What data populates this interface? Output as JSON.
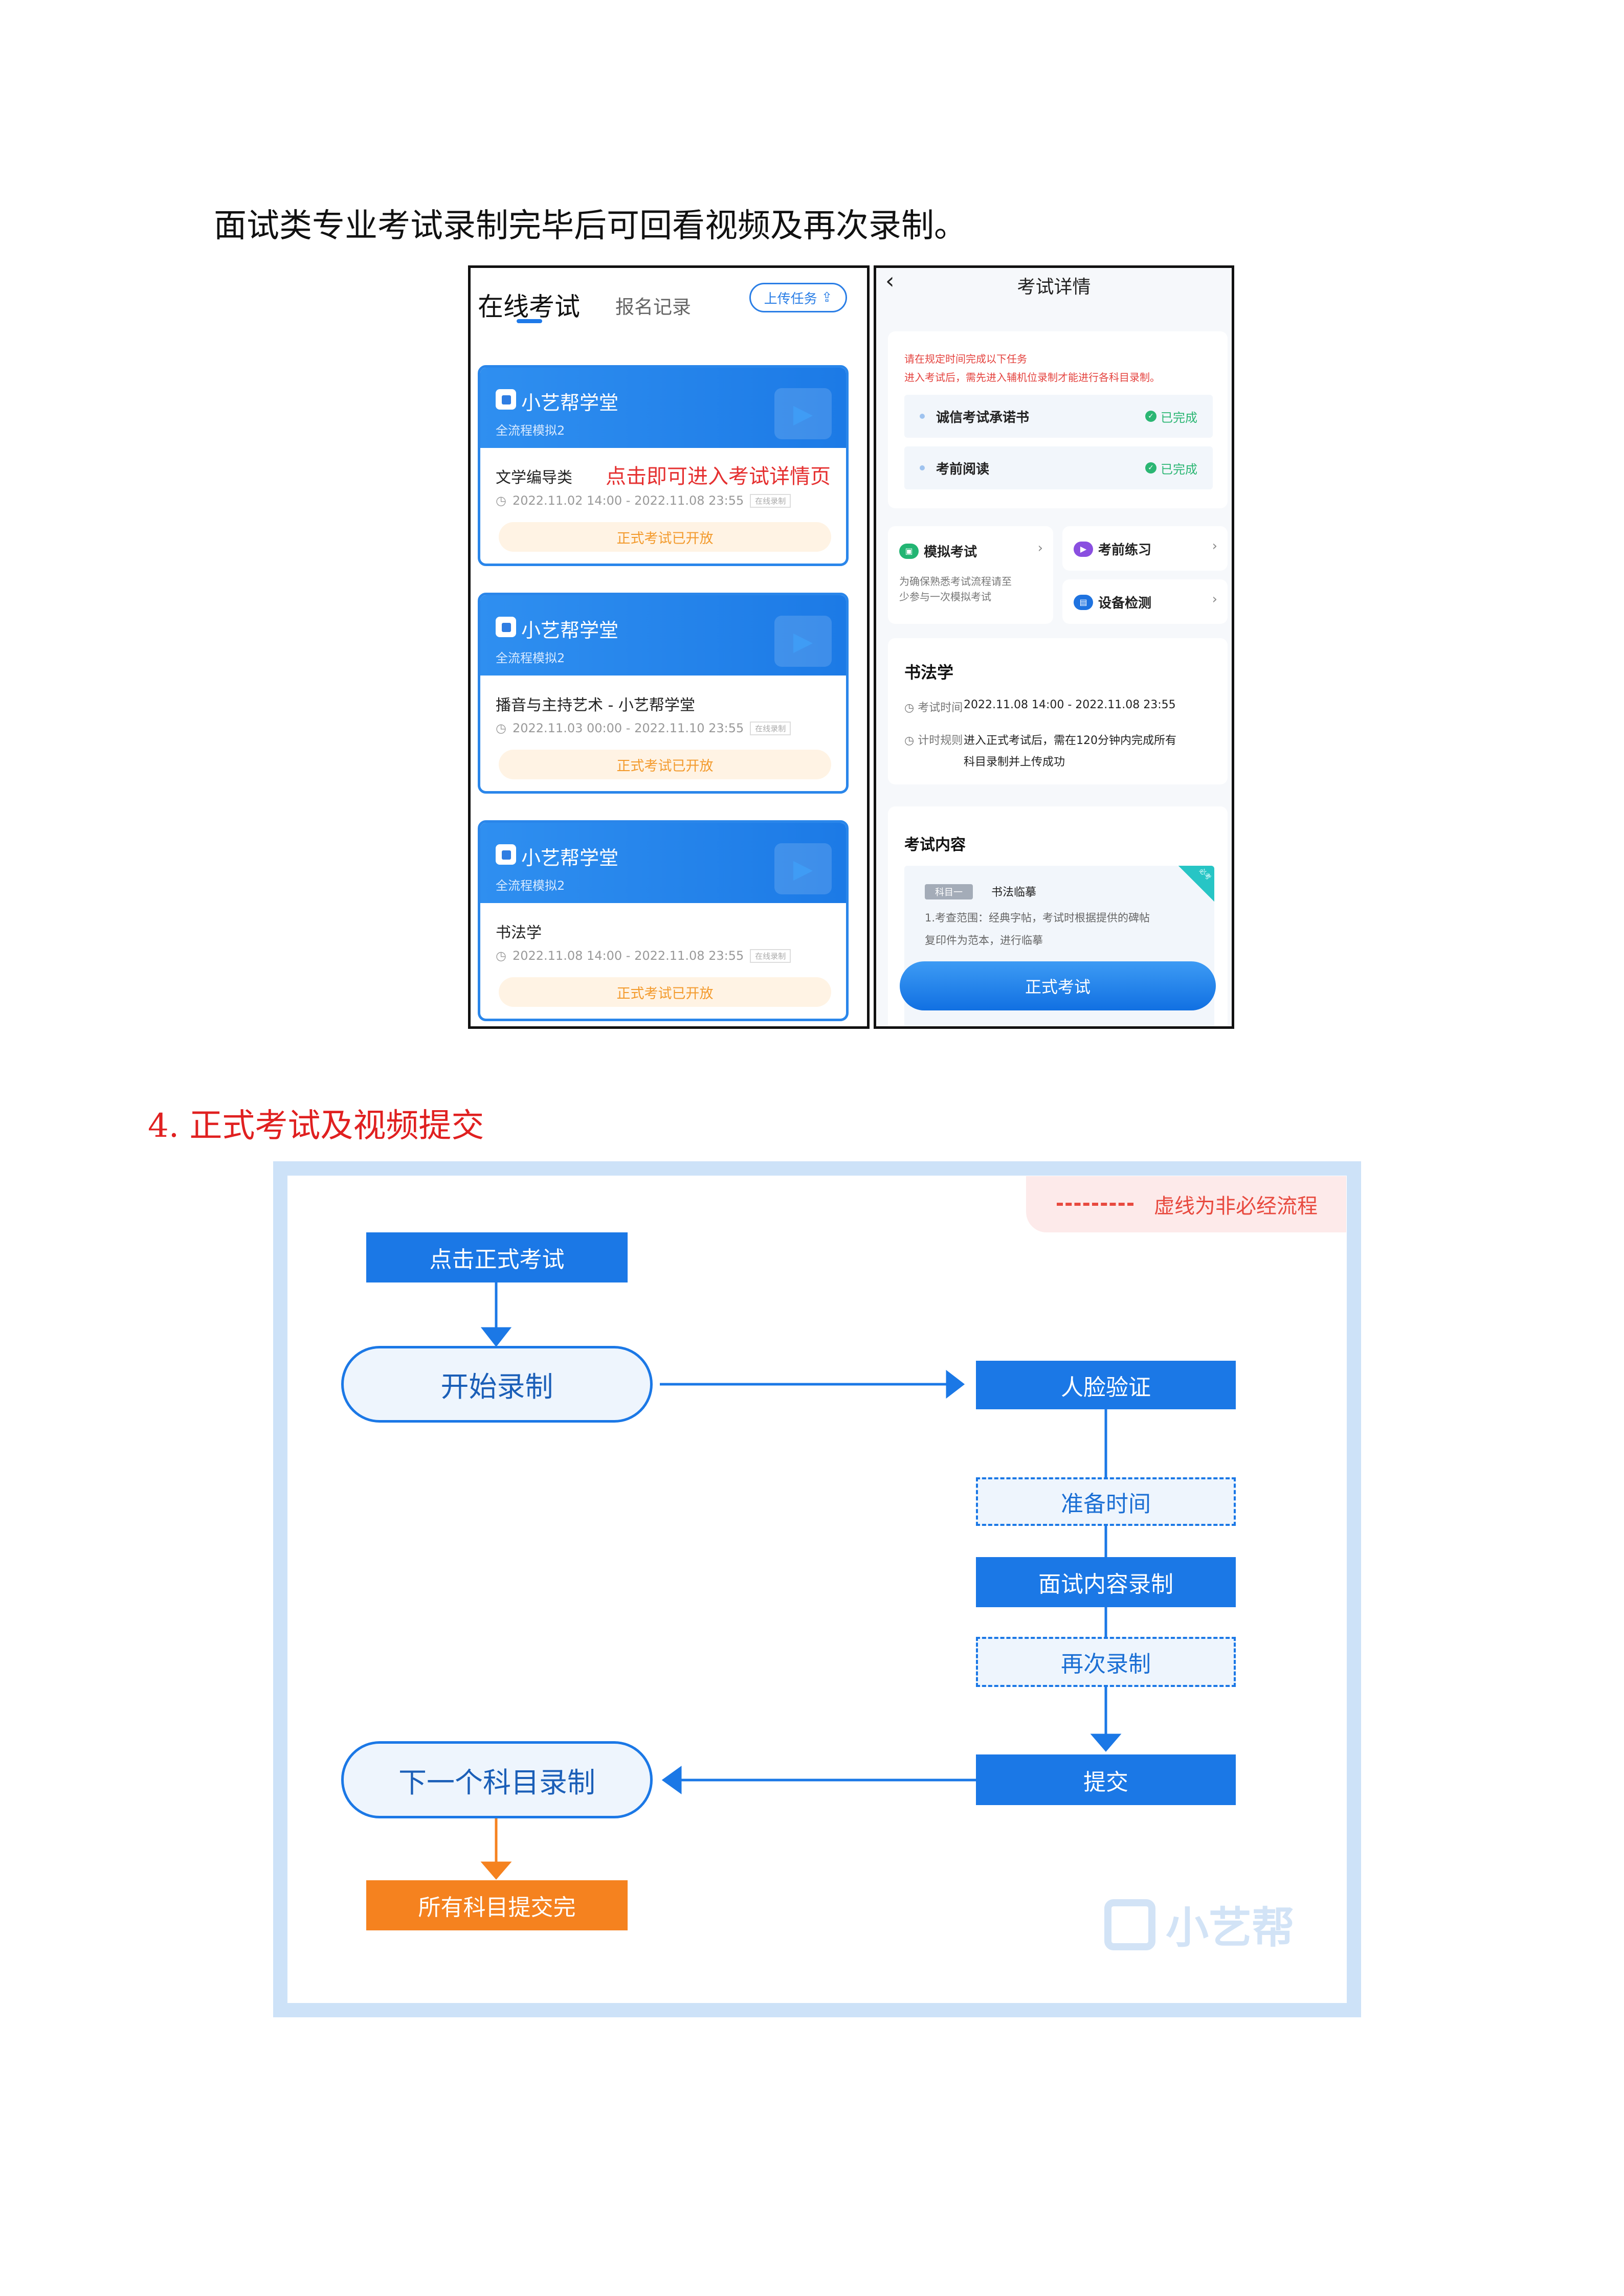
{
  "intro": "面试类专业考试录制完毕后可回看视频及再次录制。",
  "section_heading": "4. 正式考试及视频提交",
  "left_phone": {
    "tabs": [
      "在线考试",
      "报名记录"
    ],
    "upload_button": "上传任务",
    "annotation": "点击即可进入考试详情页",
    "cards": [
      {
        "brand": "小艺帮学堂",
        "subtitle": "全流程模拟2",
        "name": "文学编导类",
        "date": "2022.11.02 14:00 - 2022.11.08 23:55",
        "tag": "在线录制",
        "status": "正式考试已开放"
      },
      {
        "brand": "小艺帮学堂",
        "subtitle": "全流程模拟2",
        "name": "播音与主持艺术 - 小艺帮学堂",
        "date": "2022.11.03 00:00 - 2022.11.10 23:55",
        "tag": "在线录制",
        "status": "正式考试已开放"
      },
      {
        "brand": "小艺帮学堂",
        "subtitle": "全流程模拟2",
        "name": "书法学",
        "date": "2022.11.08 14:00 - 2022.11.08 23:55",
        "tag": "在线录制",
        "status": "正式考试已开放"
      }
    ]
  },
  "right_phone": {
    "title": "考试详情",
    "notice": [
      "请在规定时间完成以下任务",
      "进入考试后，需先进入辅机位录制才能进行各科目录制。"
    ],
    "tasks": [
      {
        "label": "诚信考试承诺书",
        "status": "已完成"
      },
      {
        "label": "考前阅读",
        "status": "已完成"
      }
    ],
    "mock": {
      "label": "模拟考试",
      "desc": [
        "为确保熟悉考试流程请至",
        "少参与一次模拟考试"
      ]
    },
    "practice": "考前练习",
    "device": "设备检测",
    "subject": {
      "title": "书法学",
      "time_label": "考试时间",
      "time": "2022.11.08 14:00 - 2022.11.08 23:55",
      "rule_label": "计时规则",
      "rule": [
        "进入正式考试后，需在120分钟内完成所有",
        "科目录制并上传成功"
      ]
    },
    "content": {
      "title": "考试内容",
      "badge": "科目一",
      "item": "书法临摹",
      "corner": "必考",
      "lines": [
        "1.考查范围：经典字帖，考试时根据提供的碑帖",
        "复印件为范本，进行临摹"
      ]
    },
    "start_button": "正式考试"
  },
  "flow": {
    "legend": "虚线为非必经流程",
    "click_exam": "点击正式考试",
    "start_record": "开始录制",
    "face_verify": "人脸验证",
    "prep_time": "准备时间",
    "record": "面试内容录制",
    "rerecord": "再次录制",
    "submit": "提交",
    "next_subject": "下一个科目录制",
    "all_done": "所有科目提交完",
    "watermark": "小艺帮"
  }
}
